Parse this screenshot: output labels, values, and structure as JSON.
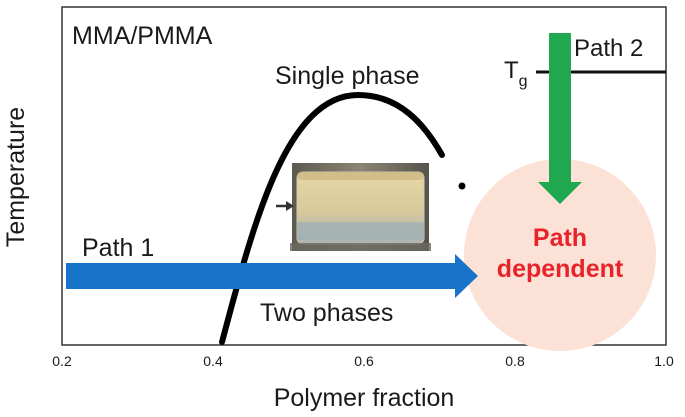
{
  "title": "MMA/PMMA",
  "axes": {
    "xlabel": "Polymer fraction",
    "ylabel": "Temperature",
    "xticks": [
      "0.2",
      "0.4",
      "0.6",
      "0.8",
      "1.0"
    ],
    "xlim": [
      0.2,
      1.0
    ]
  },
  "regions": {
    "single_phase": "Single phase",
    "two_phases": "Two phases",
    "path_dependent_line1": "Path",
    "path_dependent_line2": "dependent"
  },
  "paths": {
    "path1": "Path 1",
    "path2": "Path 2"
  },
  "tg": {
    "main": "T",
    "sub": "g"
  },
  "colors": {
    "path1_arrow": "#1874c8",
    "path2_arrow": "#1fa84f",
    "path_dependent_zone": "#fbe1d6",
    "path_dependent_text": "#e8232a",
    "binodal_curve": "#000000"
  },
  "inset": {
    "icon": "photo-of-phase-separated-vial"
  }
}
